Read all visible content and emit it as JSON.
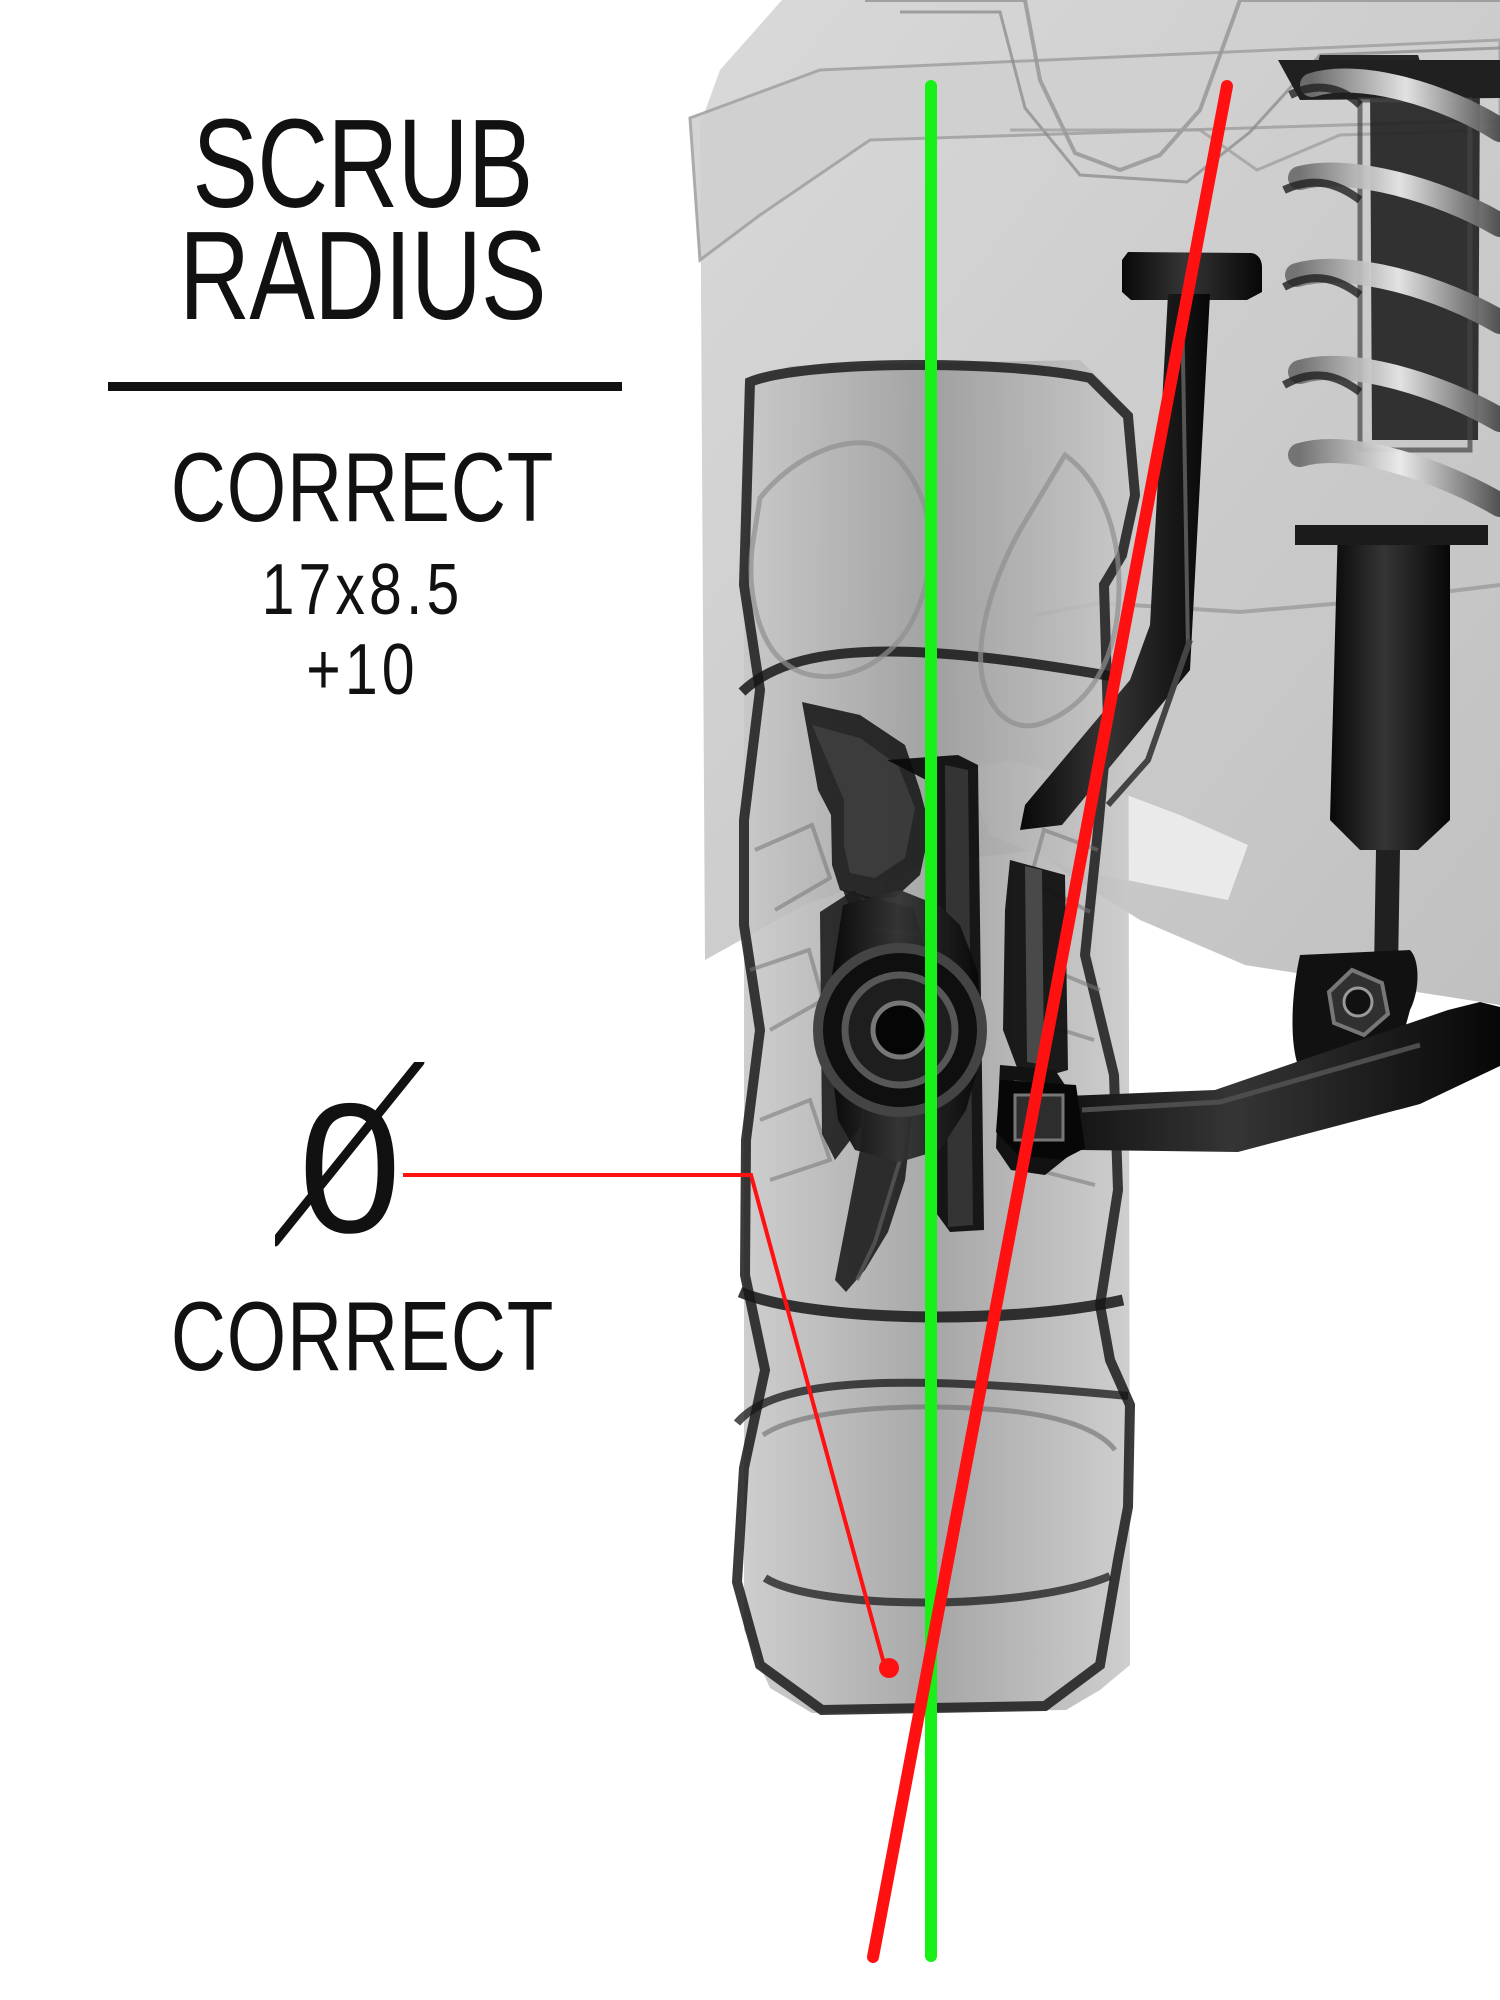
{
  "title": {
    "line1": "SCRUB",
    "line2": "RADIUS"
  },
  "upper_status": "CORRECT",
  "wheel_spec": "17x8.5 +10",
  "scrub_value": "0",
  "lower_status": "CORRECT",
  "colors": {
    "wheel_center_line": "#19f018",
    "steering_axis_line": "#ff1111",
    "text": "#111111"
  },
  "icons": [
    "suspension-illustration",
    "crossed-zero-symbol"
  ]
}
